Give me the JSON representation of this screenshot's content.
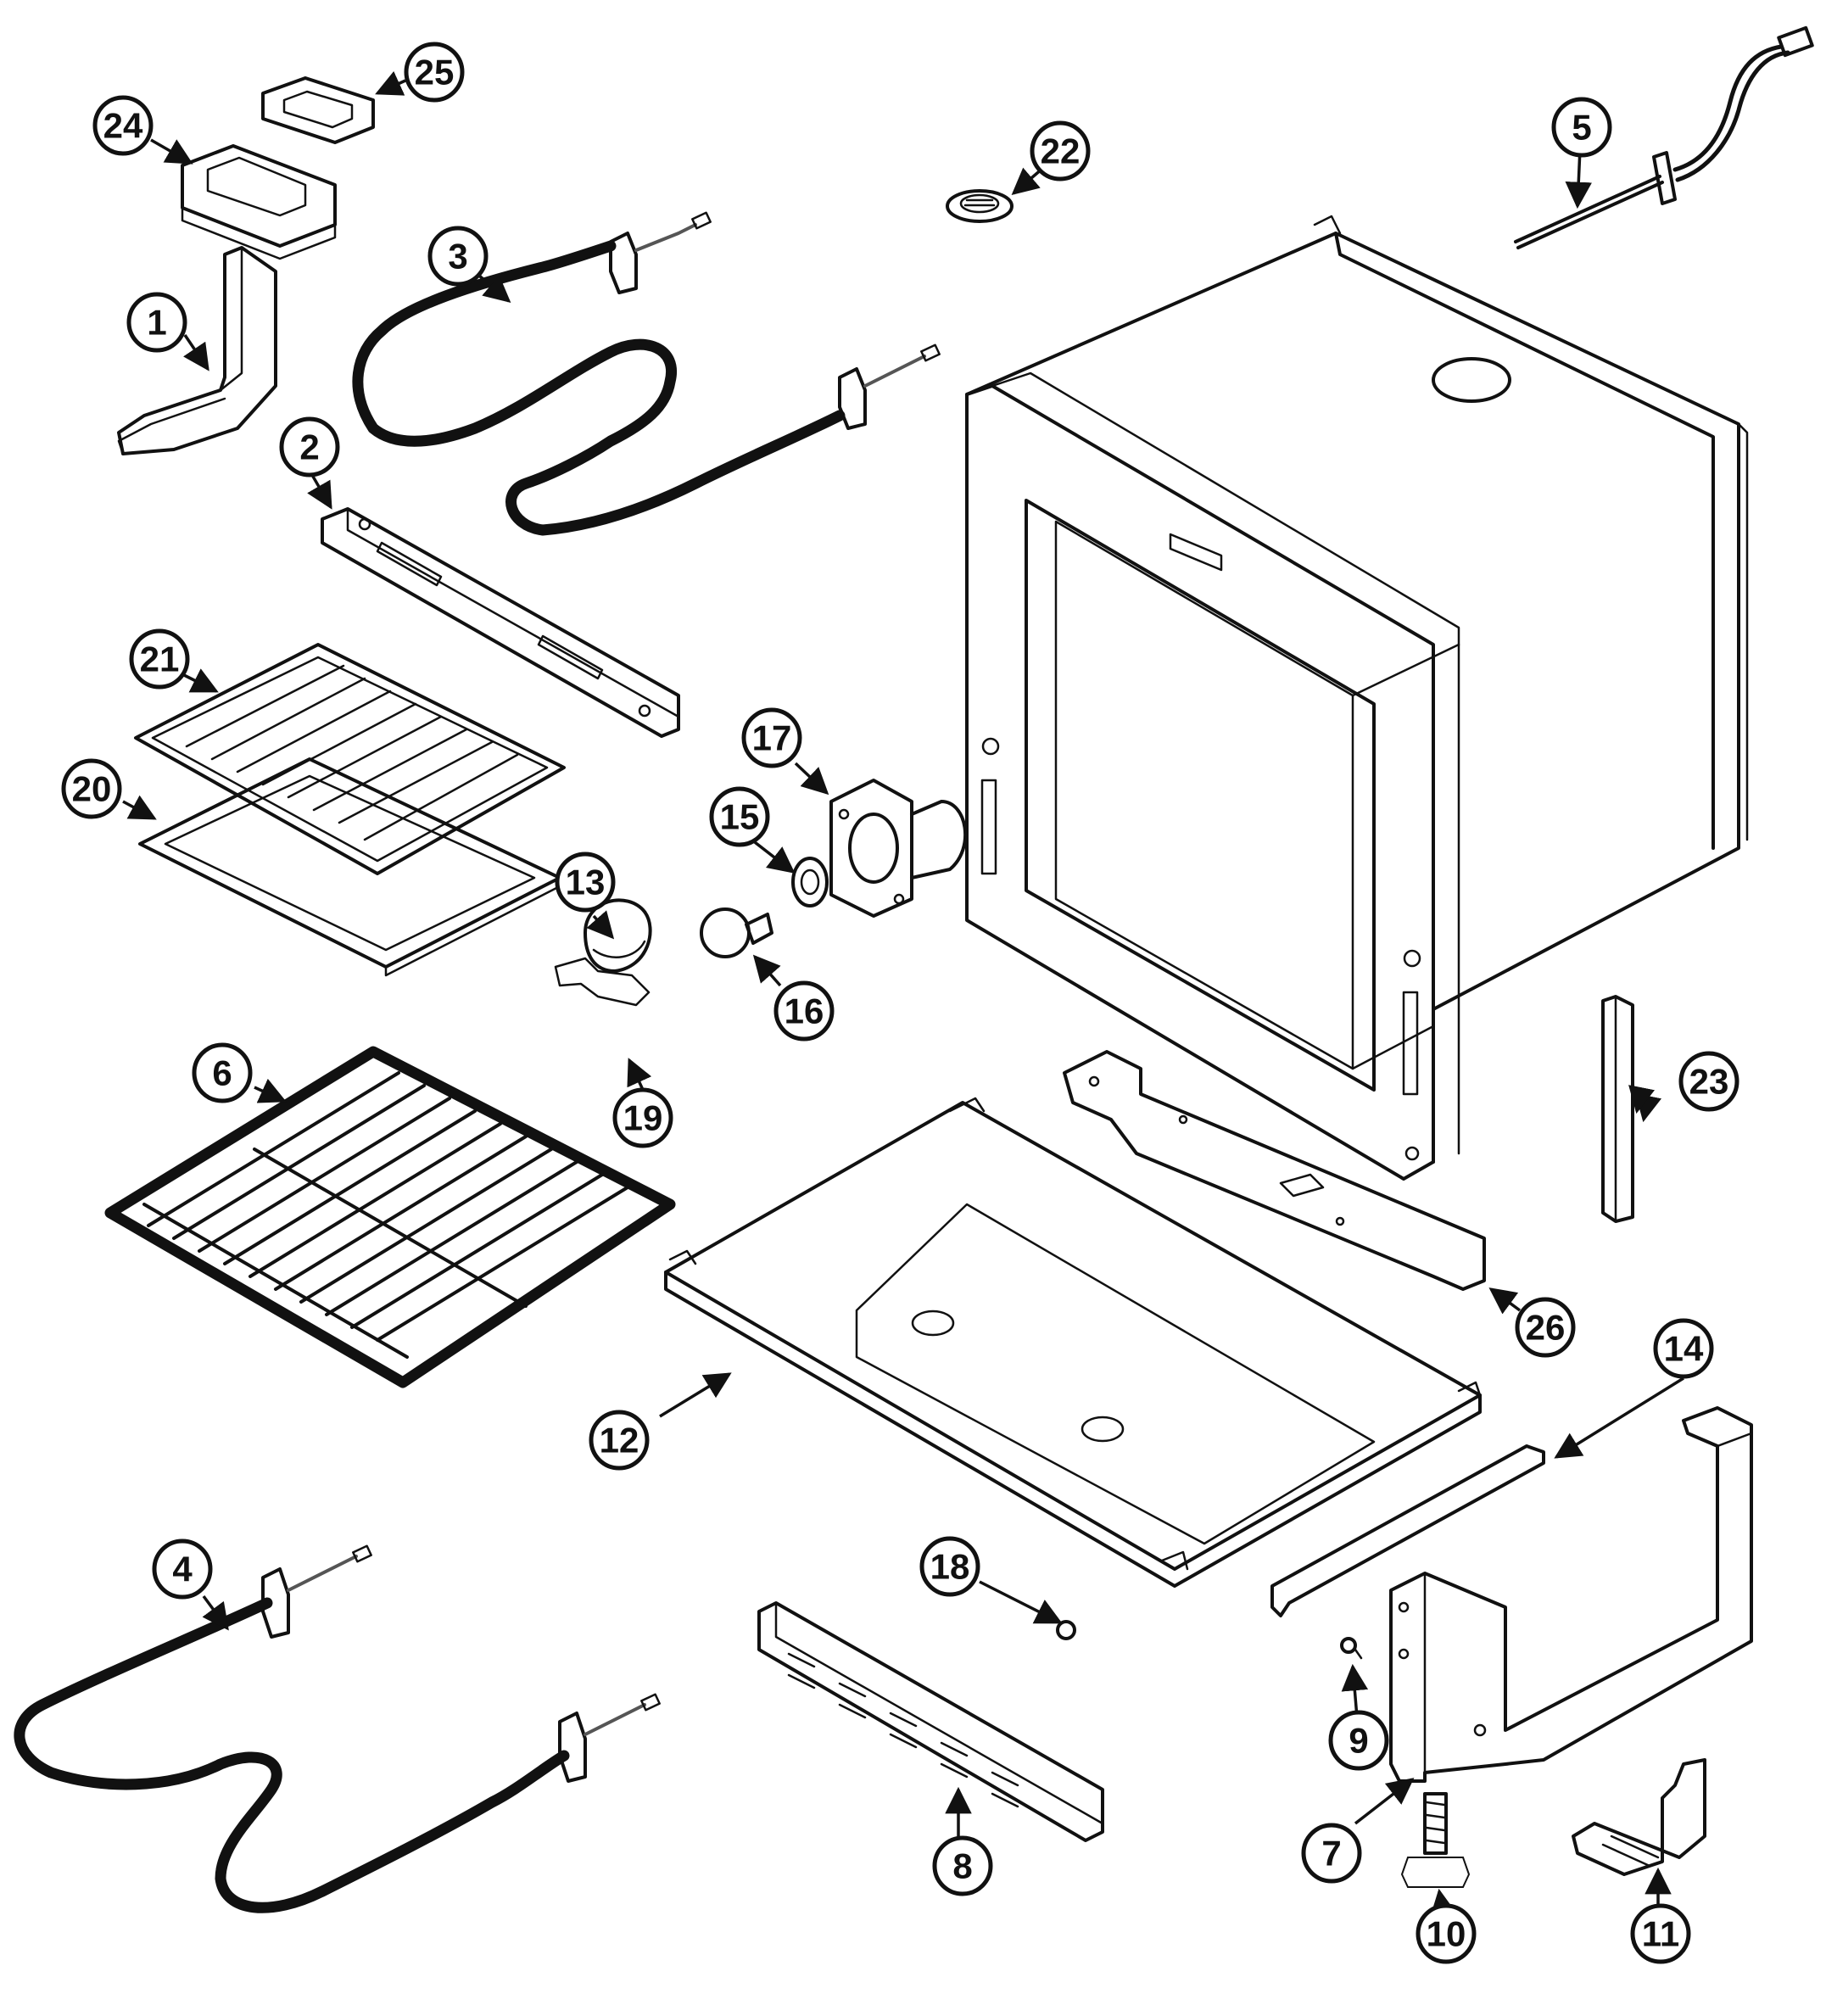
{
  "diagram": {
    "callouts": [
      {
        "id": "c1",
        "label": "1"
      },
      {
        "id": "c2",
        "label": "2"
      },
      {
        "id": "c3",
        "label": "3"
      },
      {
        "id": "c4",
        "label": "4"
      },
      {
        "id": "c5",
        "label": "5"
      },
      {
        "id": "c6",
        "label": "6"
      },
      {
        "id": "c7",
        "label": "7"
      },
      {
        "id": "c8",
        "label": "8"
      },
      {
        "id": "c9",
        "label": "9"
      },
      {
        "id": "c10",
        "label": "10"
      },
      {
        "id": "c11",
        "label": "11"
      },
      {
        "id": "c12",
        "label": "12"
      },
      {
        "id": "c13",
        "label": "13"
      },
      {
        "id": "c14",
        "label": "14"
      },
      {
        "id": "c15",
        "label": "15"
      },
      {
        "id": "c16",
        "label": "16"
      },
      {
        "id": "c17",
        "label": "17"
      },
      {
        "id": "c18",
        "label": "18"
      },
      {
        "id": "c19",
        "label": "19"
      },
      {
        "id": "c20",
        "label": "20"
      },
      {
        "id": "c21",
        "label": "21"
      },
      {
        "id": "c22",
        "label": "22"
      },
      {
        "id": "c23",
        "label": "23"
      },
      {
        "id": "c24",
        "label": "24"
      },
      {
        "id": "c25",
        "label": "25"
      },
      {
        "id": "c26",
        "label": "26"
      }
    ],
    "colors": {
      "ink": "#111111",
      "paper": "#ffffff"
    }
  }
}
